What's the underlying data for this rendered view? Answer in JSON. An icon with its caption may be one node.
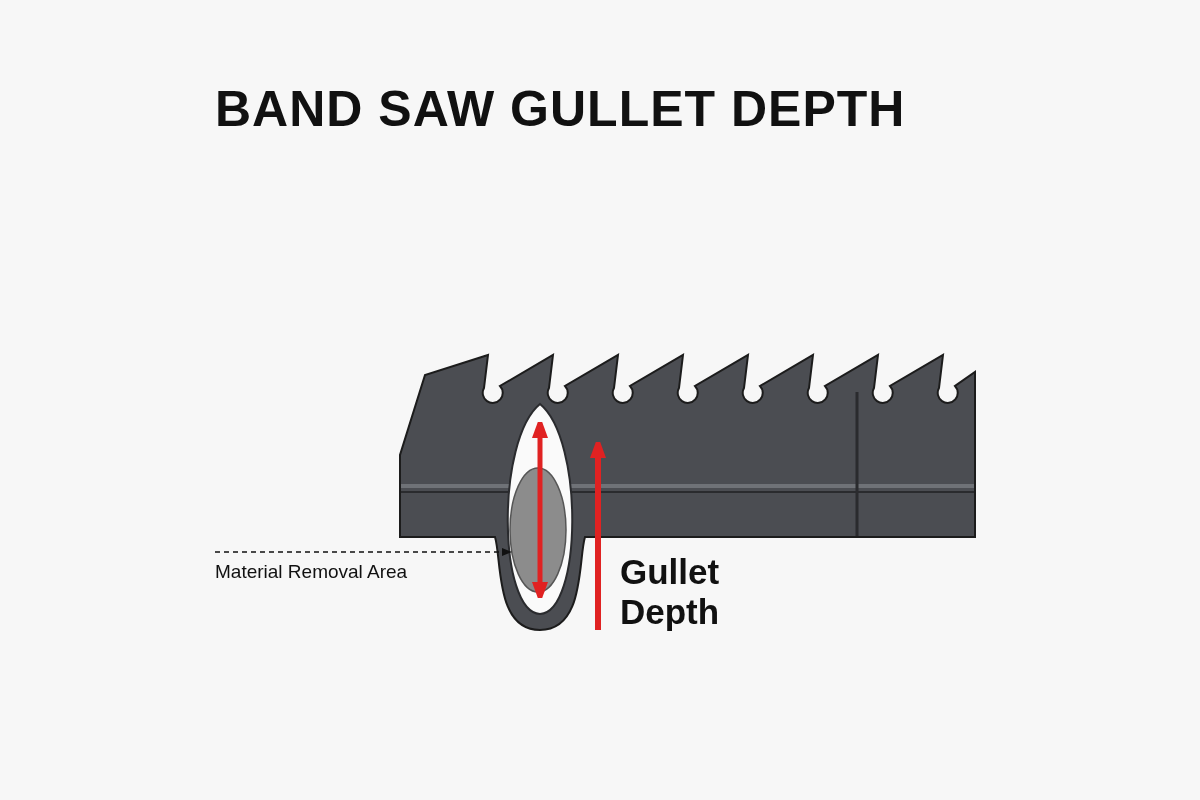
{
  "diagram": {
    "title": "BAND SAW GULLET DEPTH",
    "nodes": [
      {
        "text": [
          "Material Removal Area"
        ]
      },
      {
        "text": [],
        "shape": "ellipse"
      }
    ],
    "edges": [
      {
        "from": 0,
        "to": 1,
        "arrow": "to",
        "style": "dashed"
      }
    ],
    "labels": [
      "Gullet Depth"
    ]
  }
}
